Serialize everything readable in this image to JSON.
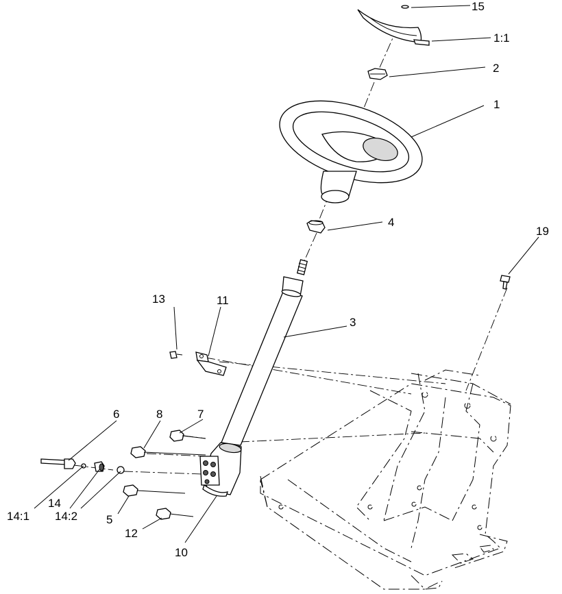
{
  "diagram": {
    "callouts": {
      "c15": "15",
      "c1_1": "1:1",
      "c2": "2",
      "c1": "1",
      "c4": "4",
      "c19": "19",
      "c13": "13",
      "c11": "11",
      "c3": "3",
      "c6": "6",
      "c8": "8",
      "c7": "7",
      "c14_1": "14:1",
      "c14": "14",
      "c14_2": "14:2",
      "c5": "5",
      "c12": "12",
      "c10": "10"
    }
  }
}
